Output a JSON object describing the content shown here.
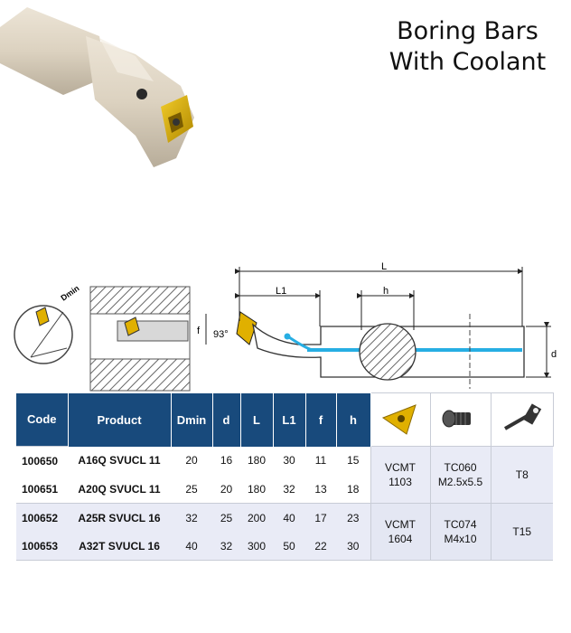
{
  "title": {
    "line1": "Boring Bars",
    "line2": "With Coolant"
  },
  "photo": {
    "icon": "boring-bar-photo"
  },
  "diagram": {
    "labels": {
      "dmin": "Dmin",
      "f": "f",
      "angle": "93°",
      "L1": "L1",
      "h": "h",
      "L": "L",
      "d": "d"
    }
  },
  "table": {
    "headers": [
      "Code",
      "Product",
      "Dmin",
      "d",
      "L",
      "L1",
      "f",
      "h"
    ],
    "header_icons": [
      "insert-icon",
      "screw-icon",
      "torx-key-icon"
    ],
    "rows": [
      [
        "100650",
        "A16Q SVUCL 11",
        "20",
        "16",
        "180",
        "30",
        "11",
        "15"
      ],
      [
        "100651",
        "A20Q SVUCL 11",
        "25",
        "20",
        "180",
        "32",
        "13",
        "18"
      ],
      [
        "100652",
        "A25R SVUCL 16",
        "32",
        "25",
        "200",
        "40",
        "17",
        "23"
      ],
      [
        "100653",
        "A32T SVUCL 16",
        "40",
        "32",
        "300",
        "50",
        "22",
        "30"
      ]
    ],
    "groups": [
      {
        "insert_l1": "VCMT",
        "insert_l2": "1103",
        "screw_l1": "TC060",
        "screw_l2": "M2.5x5.5",
        "key": "T8"
      },
      {
        "insert_l1": "VCMT",
        "insert_l2": "1604",
        "screw_l1": "TC074",
        "screw_l2": "M4x10",
        "key": "T15"
      }
    ]
  },
  "colors": {
    "header_bg": "#184a7c",
    "header_text": "#ffffff",
    "row_alt": "#e9ebf6",
    "insert_gold": "#e0b000"
  }
}
